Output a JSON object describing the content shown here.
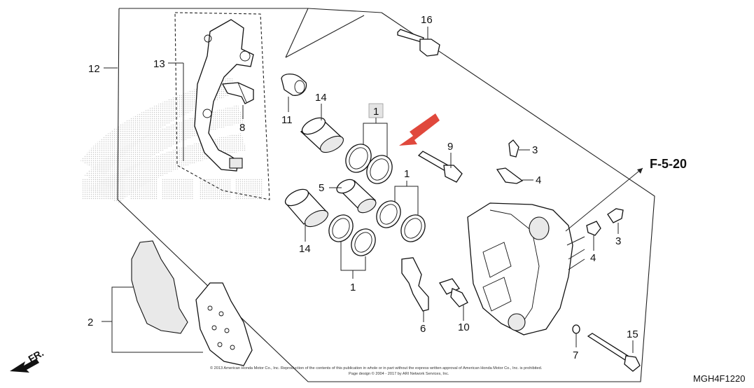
{
  "diagram": {
    "code": "MGH4F1220",
    "external_ref": "F-5-20",
    "front_label": "FR.",
    "watermark_text": "HONDA",
    "copyright_line1": "© 2013 American Honda Motor Co., Inc. Reproduction of the contents of this publication in whole or in part without the express written approval of American Honda Motor Co., Inc. is prohibited.",
    "copyright_line2": "Page design © 2004 - 2017 by ARI Network Services, Inc.",
    "highlighted_ref": "1",
    "accent_color": "#e0483c",
    "highlight_box_color": "#e4e4e4"
  },
  "callouts": {
    "r1_top": "1",
    "r1_right": "1",
    "r1_bottom": "1",
    "r2": "2",
    "r3_top": "3",
    "r3_right": "3",
    "r4_top": "4",
    "r4_right": "4",
    "r5": "5",
    "r6": "6",
    "r7": "7",
    "r8": "8",
    "r9": "9",
    "r10": "10",
    "r11": "11",
    "r12": "12",
    "r13": "13",
    "r14_top": "14",
    "r14_bottom": "14",
    "r15": "15",
    "r16": "16"
  }
}
